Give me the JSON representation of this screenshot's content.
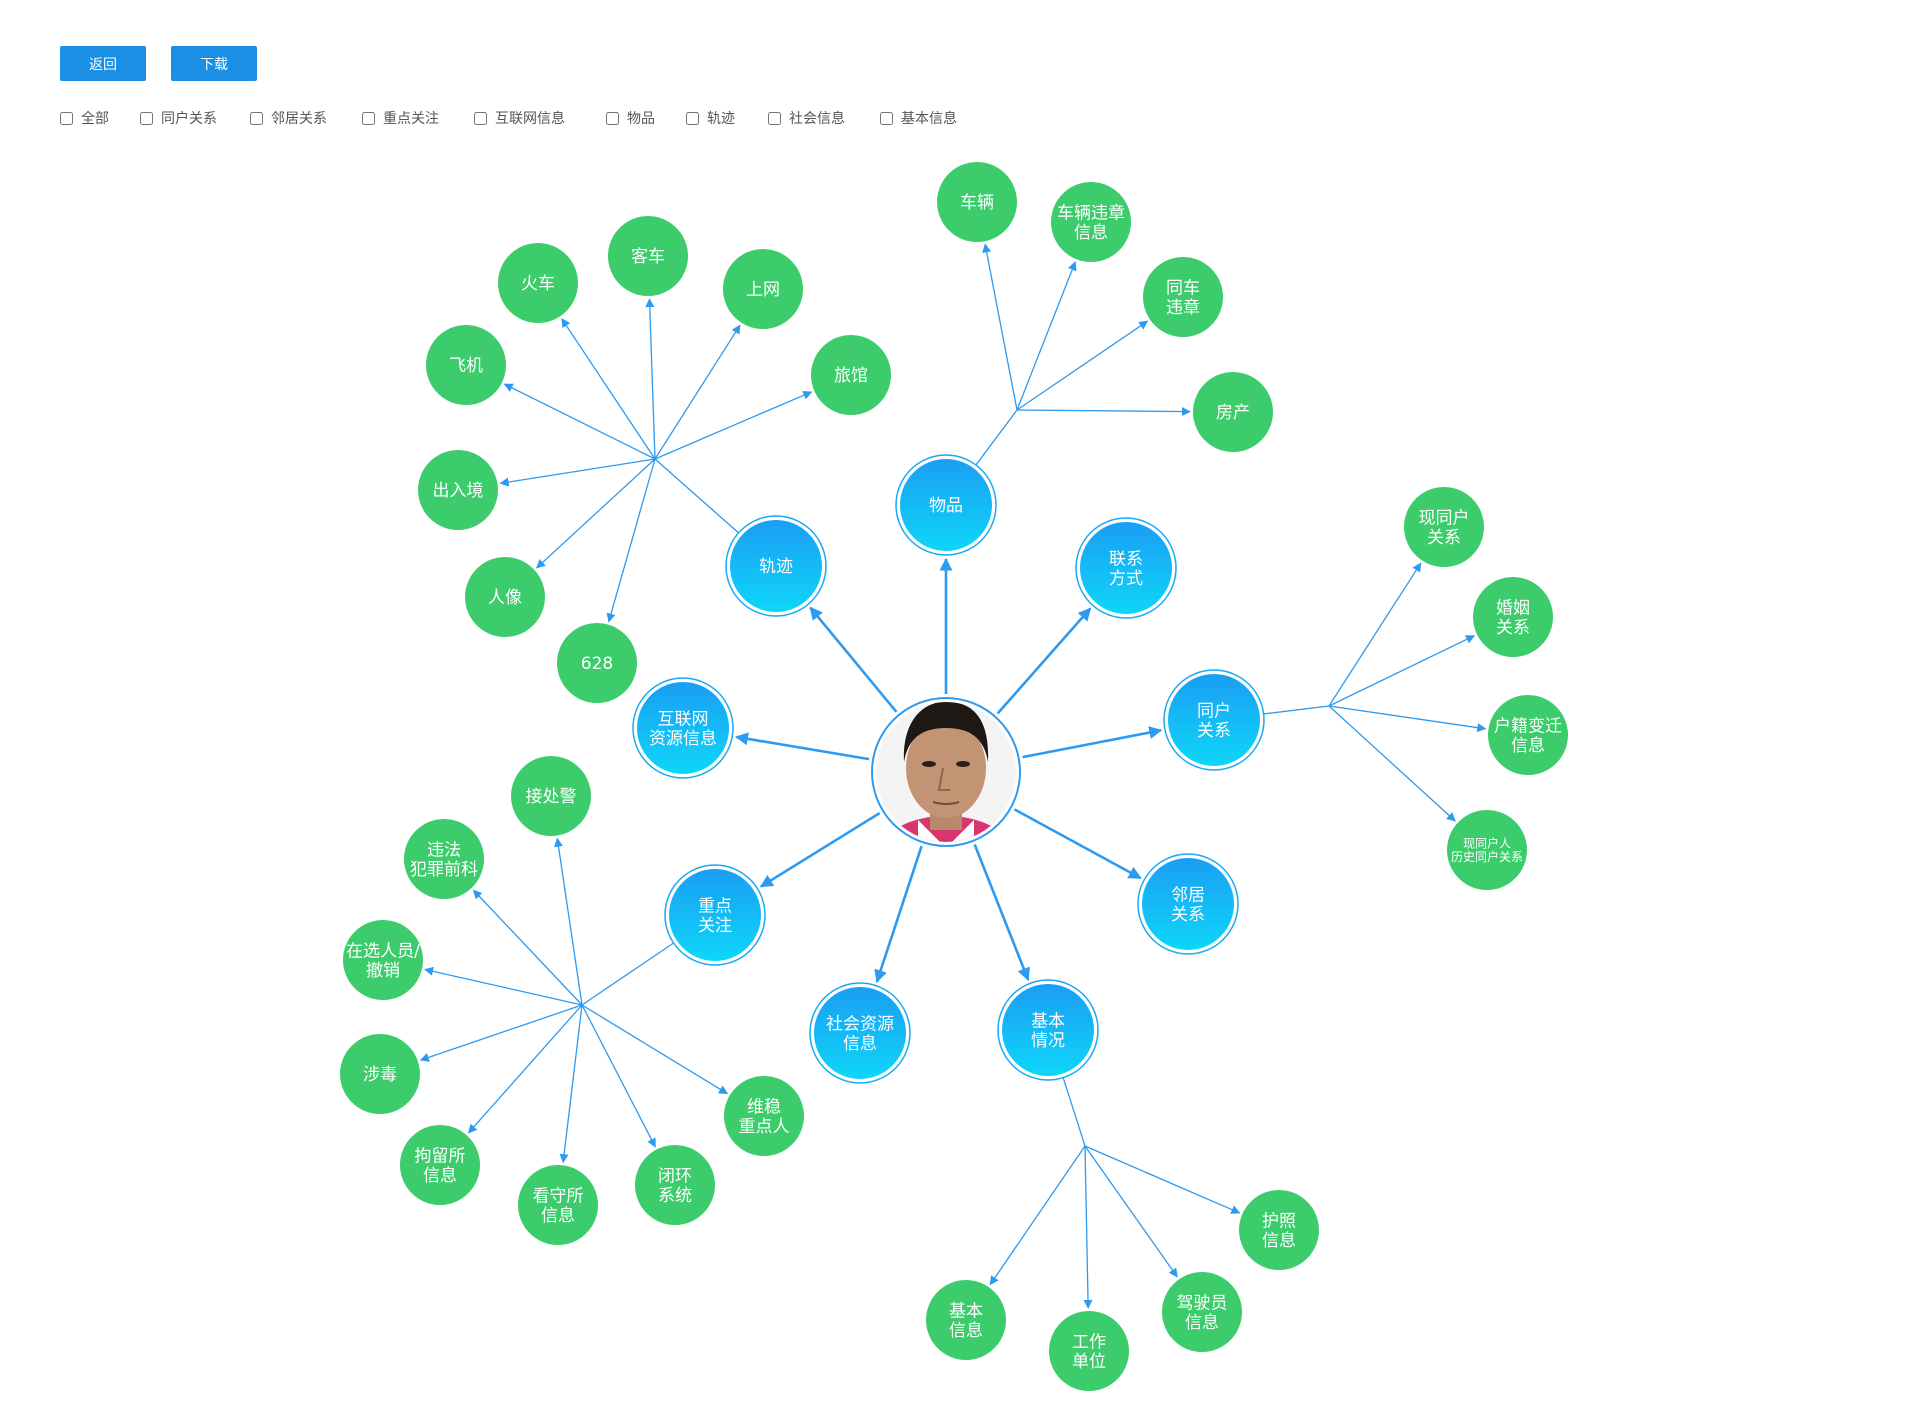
{
  "toolbar": {
    "back_label": "返回",
    "download_label": "下载"
  },
  "filters": [
    "全部",
    "同户关系",
    "邻居关系",
    "重点关注",
    "互联网信息",
    "物品",
    "轨迹",
    "社会信息",
    "基本信息"
  ],
  "colors": {
    "primary": "#1a8fe3",
    "category_node": "#17aaf5",
    "leaf_node": "#3ccc6b",
    "edge": "#2d9af0"
  },
  "graph": {
    "center": {
      "name": "person-photo"
    },
    "categories": [
      {
        "id": "guiji",
        "label": [
          "轨迹"
        ],
        "icon": "blue-circle",
        "children": [
          [
            "火车"
          ],
          [
            "客车"
          ],
          [
            "上网"
          ],
          [
            "旅馆"
          ],
          [
            "飞机"
          ],
          [
            "出入境"
          ],
          [
            "人像"
          ],
          [
            "628"
          ]
        ]
      },
      {
        "id": "wupin",
        "label": [
          "物品"
        ],
        "icon": "blue-circle",
        "children": [
          [
            "车辆"
          ],
          [
            "车辆违章",
            "信息"
          ],
          [
            "同车",
            "违章"
          ],
          [
            "房产"
          ]
        ]
      },
      {
        "id": "lianxi",
        "label": [
          "联系",
          "方式"
        ],
        "icon": "blue-circle",
        "children": []
      },
      {
        "id": "tonghu",
        "label": [
          "同户",
          "关系"
        ],
        "icon": "blue-circle",
        "children": [
          [
            "现同户",
            "关系"
          ],
          [
            "婚姻",
            "关系"
          ],
          [
            "户籍变迁",
            "信息"
          ],
          [
            "现同户人",
            "历史同户关系"
          ]
        ]
      },
      {
        "id": "linju",
        "label": [
          "邻居",
          "关系"
        ],
        "icon": "blue-circle",
        "children": []
      },
      {
        "id": "jiben",
        "label": [
          "基本",
          "情况"
        ],
        "icon": "blue-circle",
        "children": [
          [
            "护照",
            "信息"
          ],
          [
            "驾驶员",
            "信息"
          ],
          [
            "工作",
            "单位"
          ],
          [
            "基本",
            "信息"
          ]
        ]
      },
      {
        "id": "shehui",
        "label": [
          "社会资源",
          "信息"
        ],
        "icon": "blue-circle",
        "children": []
      },
      {
        "id": "zhongdian",
        "label": [
          "重点",
          "关注"
        ],
        "icon": "blue-circle",
        "children": [
          [
            "接处警"
          ],
          [
            "违法",
            "犯罪前科"
          ],
          [
            "在选人员/",
            "撤销"
          ],
          [
            "涉毒"
          ],
          [
            "拘留所",
            "信息"
          ],
          [
            "看守所",
            "信息"
          ],
          [
            "闭环",
            "系统"
          ],
          [
            "维稳",
            "重点人"
          ]
        ]
      },
      {
        "id": "hulianwang",
        "label": [
          "互联网",
          "资源信息"
        ],
        "icon": "blue-circle",
        "children": []
      }
    ]
  }
}
